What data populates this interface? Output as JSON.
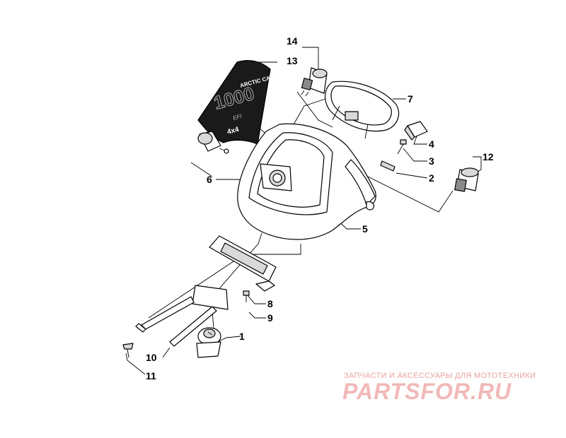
{
  "callouts": [
    "1",
    "2",
    "3",
    "4",
    "5",
    "6",
    "7",
    "8",
    "9",
    "10",
    "11",
    "12",
    "13",
    "14"
  ],
  "decal": {
    "brand": "ARCTIC CAT",
    "model": "1000",
    "suffix": "EFI",
    "drive": "4x4"
  },
  "watermark": {
    "caption": "ЗАПЧАСТИ И АКСЕССУАРЫ ДЛЯ МОТОТЕХНИКИ",
    "logo": "PARTSFOR.RU"
  }
}
